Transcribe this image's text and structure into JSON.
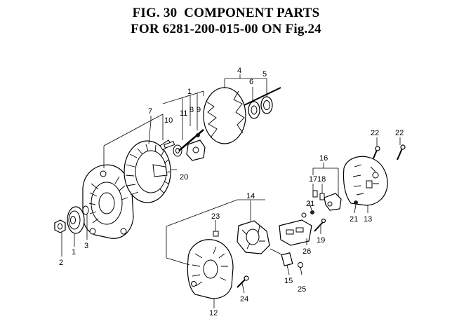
{
  "title": {
    "line1": "FIG. 30  COMPONENT PARTS",
    "line2": "FOR 6281-200-015-00 ON Fig.24"
  },
  "callouts": [
    "1",
    "2",
    "3",
    "4",
    "5",
    "6",
    "7",
    "8",
    "9",
    "10",
    "11",
    "12",
    "13",
    "14",
    "15",
    "16",
    "17",
    "18",
    "19",
    "20",
    "21",
    "21",
    "22",
    "22",
    "23",
    "24",
    "25",
    "26"
  ]
}
